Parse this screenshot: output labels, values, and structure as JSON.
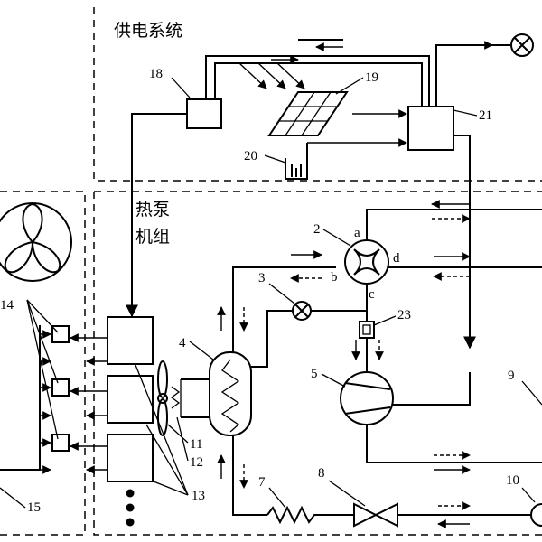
{
  "regions": {
    "power_system": "供电系统",
    "heat_pump_unit_line1": "热泵",
    "heat_pump_unit_line2": "机组"
  },
  "ports": {
    "a": "a",
    "b": "b",
    "c": "c",
    "d": "d"
  },
  "component_numbers": {
    "n2": "2",
    "n3": "3",
    "n4": "4",
    "n5": "5",
    "n7": "7",
    "n8": "8",
    "n9": "9",
    "n10": "10",
    "n11": "11",
    "n12": "12",
    "n13": "13",
    "n14": "14",
    "n15": "15",
    "n18": "18",
    "n19": "19",
    "n20": "20",
    "n21": "21",
    "n23": "23"
  }
}
